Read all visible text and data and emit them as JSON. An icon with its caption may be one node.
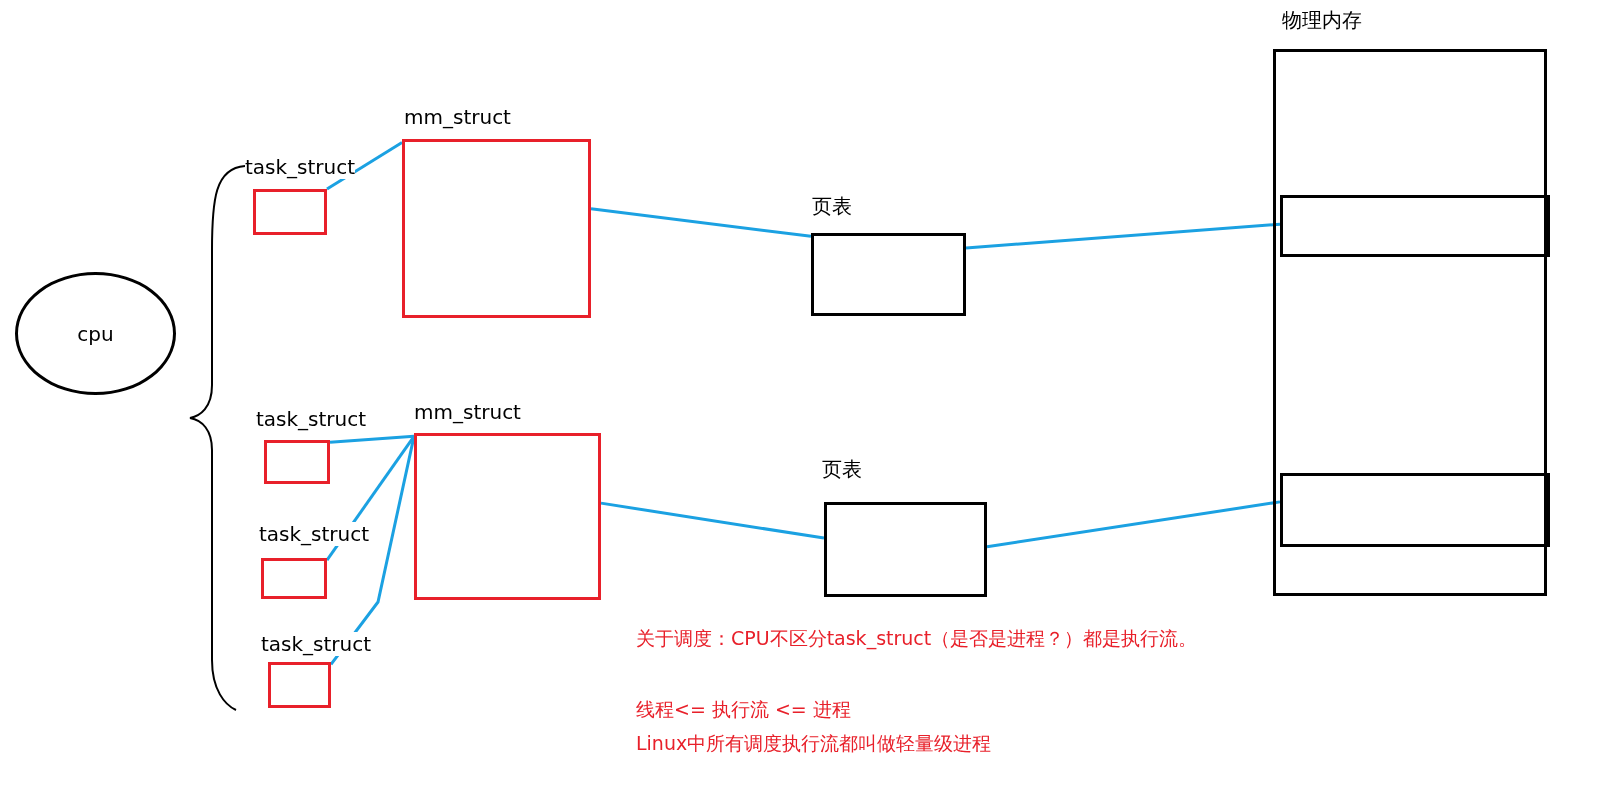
{
  "diagram": {
    "nodes": [
      {
        "text": [
          "cpu"
        ]
      },
      {
        "text": [
          "task_struct"
        ]
      },
      {
        "text": [
          "mm_struct"
        ]
      },
      {
        "text": [
          "页表"
        ]
      },
      {
        "text": [
          "物理内存"
        ]
      },
      {
        "text": [],
        "shape": "box",
        "in": 4
      },
      {
        "text": [],
        "shape": "box",
        "in": 4
      },
      {
        "text": [
          "task_struct"
        ]
      },
      {
        "text": [
          "task_struct"
        ]
      },
      {
        "text": [
          "task_struct"
        ]
      },
      {
        "text": [
          "mm_struct"
        ]
      },
      {
        "text": [
          "页表"
        ]
      }
    ],
    "edges": [
      {
        "from": 1,
        "to": 2,
        "arrow": "none"
      },
      {
        "from": 2,
        "to": 3,
        "arrow": "none"
      },
      {
        "from": 3,
        "to": 5,
        "arrow": "none"
      },
      {
        "from": 7,
        "to": 10,
        "arrow": "none"
      },
      {
        "from": 8,
        "to": 10,
        "arrow": "none"
      },
      {
        "from": 9,
        "to": 10,
        "arrow": "none"
      },
      {
        "from": 10,
        "to": 11,
        "arrow": "none"
      },
      {
        "from": 11,
        "to": 6,
        "arrow": "none"
      }
    ],
    "labels": [
      "关于调度：CPU不区分task_struct（是否是进程？）都是执行流。",
      "线程<= 执行流 <= 进程",
      "Linux中所有调度执行流都叫做轻量级进程"
    ]
  }
}
